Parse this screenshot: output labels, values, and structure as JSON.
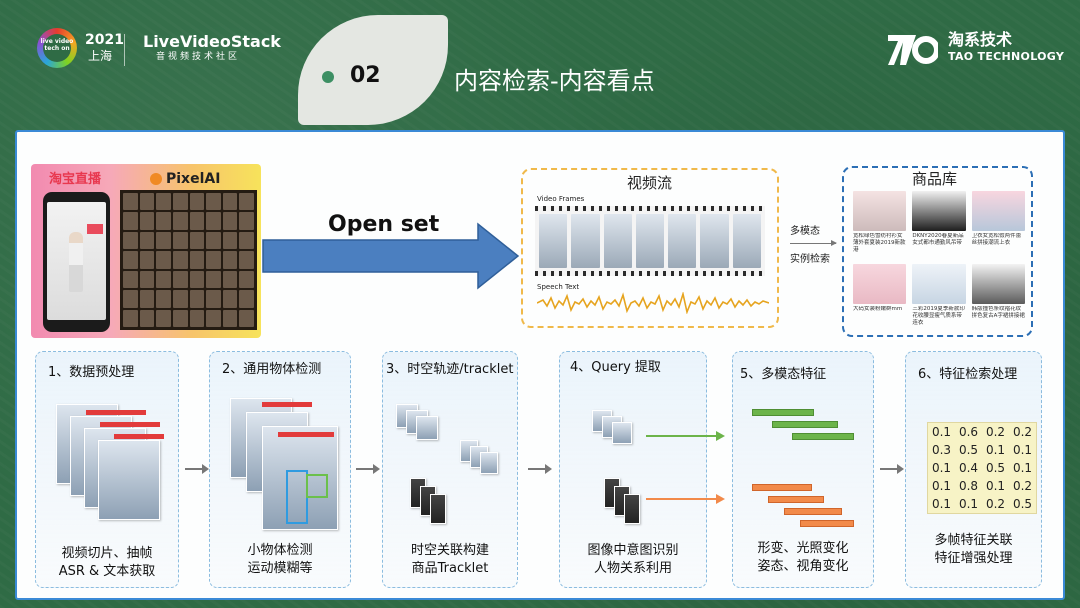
{
  "header": {
    "event_logo_text": "live video tech on",
    "event_year": "2021",
    "event_city": "上海",
    "brand_name": "LiveVideoStack",
    "brand_sub": "音视频技术社区",
    "section_number": "02",
    "slide_title": "内容检索-内容看点",
    "company_cn": "淘系技术",
    "company_en": "TAO TECHNOLOGY"
  },
  "source": {
    "taobao_label": "淘宝直播",
    "pixel_label": "PixelAI"
  },
  "open_set_label": "Open set",
  "video_stream": {
    "title": "视频流",
    "frames_label": "Video Frames",
    "speech_label": "Speech Text"
  },
  "multimodal_label_1": "多模态",
  "multimodal_label_2": "实例检索",
  "product_library": {
    "title": "商品库",
    "items": [
      "宽松绿色雪纺衬衫女薄外套夏装2019新款港",
      "DKNY2020春夏新品女式都市通勤风吊带",
      "卫衣女宽松假两件蕾丝拼接潮流上衣",
      "大码女装粉嫩群mm",
      "三彩2019夏季新款印花收腰显瘦气质系带连衣",
      "韩版撞色条纹褶花纹拼色复古A字裙拼接裙"
    ]
  },
  "steps": [
    {
      "title": "1、数据预处理",
      "caption": "视频切片、抽帧\nASR & 文本获取"
    },
    {
      "title": "2、通用物体检测",
      "caption": "小物体检测\n运动模糊等"
    },
    {
      "title": "3、时空轨迹/tracklet",
      "caption": "时空关联构建\n商品Tracklet"
    },
    {
      "title": "4、Query 提取",
      "caption": "图像中意图识别\n人物关系利用"
    },
    {
      "title": "5、多模态特征",
      "caption": "形变、光照变化\n姿态、视角变化"
    },
    {
      "title": "6、特征检索处理",
      "caption": "多帧特征关联\n特征增强处理"
    }
  ],
  "feature_matrix": [
    [
      "0.1",
      "0.6",
      "0.2",
      "0.2"
    ],
    [
      "0.3",
      "0.5",
      "0.1",
      "0.1"
    ],
    [
      "0.1",
      "0.4",
      "0.5",
      "0.1"
    ],
    [
      "0.1",
      "0.8",
      "0.1",
      "0.2"
    ],
    [
      "0.1",
      "0.1",
      "0.2",
      "0.5"
    ]
  ],
  "colors": {
    "background": "#2f6b45",
    "panel_border": "#3a8ad6",
    "video_box": "#f0b94a",
    "library_box": "#2c6fb5",
    "green_arrow": "#6cb44a",
    "orange_arrow": "#f28a4a"
  }
}
